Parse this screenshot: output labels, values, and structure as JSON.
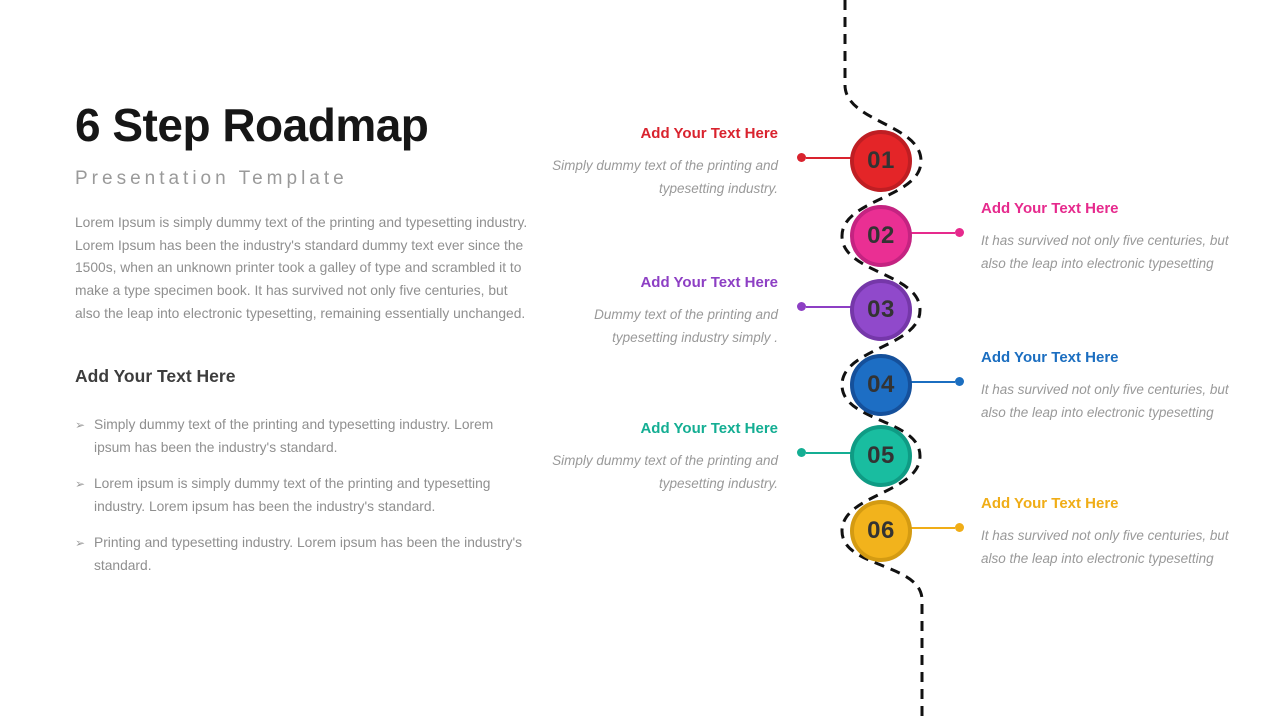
{
  "slide": {
    "title": "6 Step Roadmap",
    "subtitle": "Presentation Template",
    "intro": "Lorem Ipsum is simply dummy text of the printing and typesetting industry. Lorem Ipsum has been the industry's standard dummy text ever since the 1500s, when an unknown printer took a galley of type and scrambled it to make a type specimen book. It has survived not only five centuries, but also the leap into electronic typesetting, remaining essentially unchanged.",
    "section_heading": "Add Your Text Here",
    "bullet_marker": "➢",
    "bullets": [
      "Simply dummy text of the printing and typesetting industry. Lorem ipsum has been the industry's standard.",
      "Lorem ipsum is simply dummy text of the printing and typesetting industry. Lorem ipsum has been the industry's standard.",
      "Printing and typesetting industry. Lorem ipsum has been the industry's standard."
    ]
  },
  "timeline": {
    "path_color": "#111111",
    "number_color": "#333333",
    "steps": [
      {
        "num": "01",
        "heading": "Add Your Text Here",
        "text": "Simply dummy text of the printing and typesetting industry.",
        "color": "#d9232e",
        "fill": "#e42528",
        "ring": "#bf1e23"
      },
      {
        "num": "02",
        "heading": "Add Your Text Here",
        "text": "It has survived not only five centuries, but also the leap into electronic typesetting",
        "color": "#e62a8d",
        "fill": "#ea2f93",
        "ring": "#c42381"
      },
      {
        "num": "03",
        "heading": "Add Your Text Here",
        "text": "Dummy text of the printing and typesetting industry simply .",
        "color": "#8d3fc4",
        "fill": "#9049cb",
        "ring": "#7537a9"
      },
      {
        "num": "04",
        "heading": "Add Your Text Here",
        "text": "It has survived not only five centuries, but also the leap into electronic typesetting",
        "color": "#1b6ec0",
        "fill": "#1d6ec4",
        "ring": "#15509b"
      },
      {
        "num": "05",
        "heading": "Add Your Text Here",
        "text": "Simply dummy text of the printing and typesetting industry.",
        "color": "#14ae93",
        "fill": "#19bda0",
        "ring": "#0f9b84"
      },
      {
        "num": "06",
        "heading": "Add Your Text Here",
        "text": "It has survived not only five centuries, but also the leap into electronic typesetting",
        "color": "#f0ad17",
        "fill": "#f2b31c",
        "ring": "#d49b12"
      }
    ]
  }
}
